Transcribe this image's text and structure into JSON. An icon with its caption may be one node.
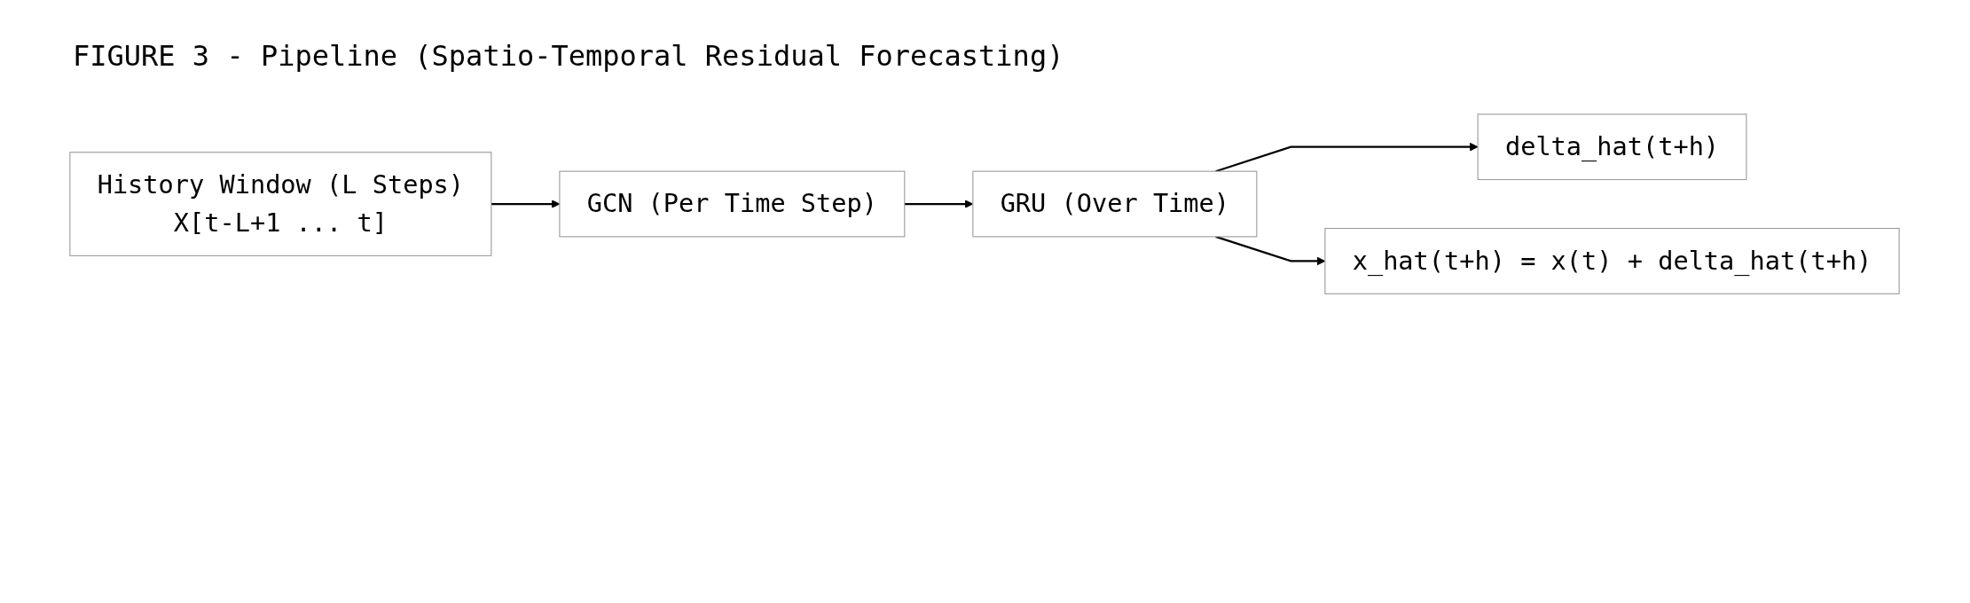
{
  "diagram": {
    "title": "FIGURE 3 - Pipeline (Spatio-Temporal Residual Forecasting)",
    "nodes": [
      {
        "text": [
          "History Window (L Steps)",
          "X[t-L+1 ... t]"
        ]
      },
      {
        "text": [
          "GCN (Per Time Step)"
        ]
      },
      {
        "text": [
          "GRU (Over Time)"
        ]
      },
      {
        "text": [
          "delta_hat(t+h)"
        ]
      },
      {
        "text": [
          "x_hat(t+h) = x(t) + delta_hat(t+h)"
        ]
      }
    ],
    "edges": [
      {
        "from": 0,
        "to": 1,
        "arrow": "to"
      },
      {
        "from": 1,
        "to": 2,
        "arrow": "to"
      },
      {
        "from": 2,
        "to": 3,
        "arrow": "to"
      },
      {
        "from": 2,
        "to": 4,
        "arrow": "to"
      }
    ]
  }
}
